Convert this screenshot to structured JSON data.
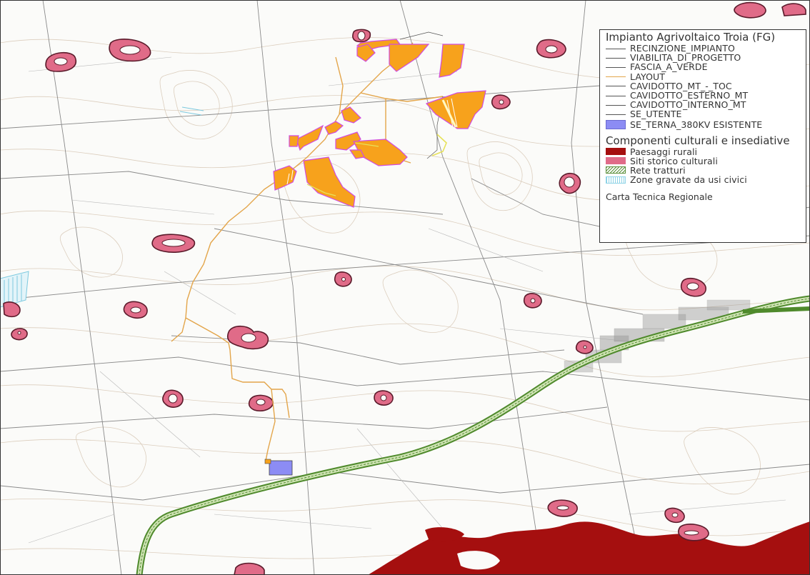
{
  "legend": {
    "title": "Impianto Agrivoltaico Troia (FG)",
    "plant_items": [
      {
        "label": "RECINZIONE_IMPIANTO",
        "icon": "line-swatch"
      },
      {
        "label": "VIABILITA_DI_PROGETTO",
        "icon": "line-swatch"
      },
      {
        "label": "FASCIA_A_VERDE",
        "icon": "line-swatch"
      },
      {
        "label": "LAYOUT",
        "icon": "line-swatch-orange"
      },
      {
        "label": "CAVIDOTTO_MT_-_TOC",
        "icon": "line-swatch"
      },
      {
        "label": "CAVIDOTTO_ESTERNO_MT",
        "icon": "line-swatch"
      },
      {
        "label": "CAVIDOTTO_INTERNO_MT",
        "icon": "line-swatch"
      },
      {
        "label": "SE_UTENTE",
        "icon": "line-swatch"
      },
      {
        "label": "SE_TERNA_380KV ESISTENTE",
        "icon": "blue-fill-swatch"
      }
    ],
    "section_title": "Componenti culturali e insediative",
    "cultural_items": [
      {
        "label": "Paesaggi rurali",
        "icon": "dark-red-fill-swatch"
      },
      {
        "label": "Siti storico culturali",
        "icon": "pink-fill-swatch"
      },
      {
        "label": "Rete tratturi",
        "icon": "green-hatch-swatch"
      },
      {
        "label": "Zone gravate da usi civici",
        "icon": "cyan-hatch-swatch"
      }
    ],
    "basemap_label": "Carta Tecnica Regionale"
  },
  "colors": {
    "layout_fill": "#f7a21c",
    "fence": "#d04be0",
    "cable": "#e3a54a",
    "site_buffer": "#e06b88",
    "rural_landscape": "#a50f0f",
    "tratturo": "#5a8f3a",
    "substation": "#8c8cf4"
  }
}
